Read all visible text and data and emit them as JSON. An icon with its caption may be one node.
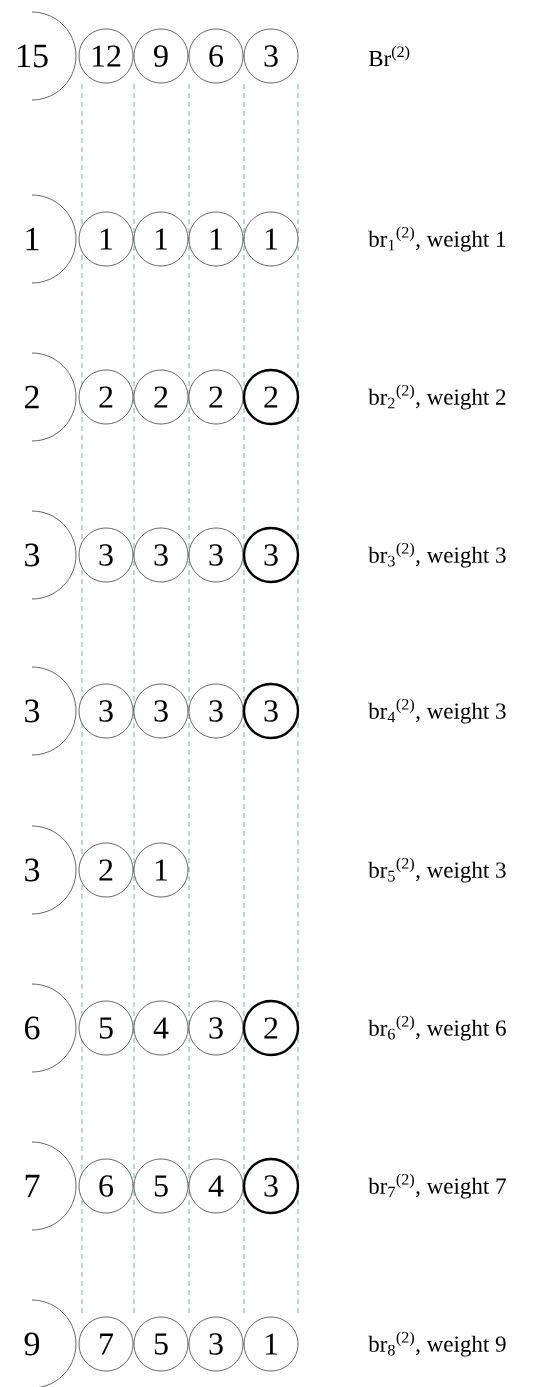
{
  "diagram": {
    "nodes": [
      {
        "text": [
          "15"
        ]
      },
      {
        "text": [
          "12"
        ]
      },
      {
        "text": [
          "9"
        ]
      },
      {
        "text": [
          "6"
        ]
      },
      {
        "text": [
          "3"
        ]
      },
      {
        "text": [
          "1"
        ]
      },
      {
        "text": [
          "1"
        ]
      },
      {
        "text": [
          "1"
        ]
      },
      {
        "text": [
          "1"
        ]
      },
      {
        "text": [
          "1"
        ]
      },
      {
        "text": [
          "2"
        ]
      },
      {
        "text": [
          "2"
        ]
      },
      {
        "text": [
          "2"
        ]
      },
      {
        "text": [
          "2"
        ]
      },
      {
        "text": [
          "2"
        ]
      },
      {
        "text": [
          "3"
        ]
      },
      {
        "text": [
          "3"
        ]
      },
      {
        "text": [
          "3"
        ]
      },
      {
        "text": [
          "3"
        ]
      },
      {
        "text": [
          "3"
        ]
      },
      {
        "text": [
          "3"
        ]
      },
      {
        "text": [
          "3"
        ]
      },
      {
        "text": [
          "3"
        ]
      },
      {
        "text": [
          "3"
        ]
      },
      {
        "text": [
          "3"
        ]
      },
      {
        "text": [
          "3"
        ]
      },
      {
        "text": [
          "2"
        ]
      },
      {
        "text": [
          "1"
        ]
      },
      {
        "text": [
          "6"
        ]
      },
      {
        "text": [
          "5"
        ]
      },
      {
        "text": [
          "4"
        ]
      },
      {
        "text": [
          "3"
        ]
      },
      {
        "text": [
          "2"
        ]
      },
      {
        "text": [
          "7"
        ]
      },
      {
        "text": [
          "6"
        ]
      },
      {
        "text": [
          "5"
        ]
      },
      {
        "text": [
          "4"
        ]
      },
      {
        "text": [
          "3"
        ]
      },
      {
        "text": [
          "9"
        ]
      },
      {
        "text": [
          "7"
        ]
      },
      {
        "text": [
          "5"
        ]
      },
      {
        "text": [
          "3"
        ]
      },
      {
        "text": [
          "1"
        ]
      }
    ],
    "labels": [
      "Br$^{(2)}$",
      "br$_{1}$$^{(2)}$, weight 1",
      "br$_{2}$$^{(2)}$, weight 2",
      "br$_{3}$$^{(2)}$, weight 3",
      "br$_{4}$$^{(2)}$, weight 3",
      "br$_{5}$$^{(2)}$, weight 3",
      "br$_{6}$$^{(2)}$, weight 6",
      "br$_{7}$$^{(2)}$, weight 7",
      "br$_{8}$$^{(2)}$, weight 9"
    ]
  }
}
